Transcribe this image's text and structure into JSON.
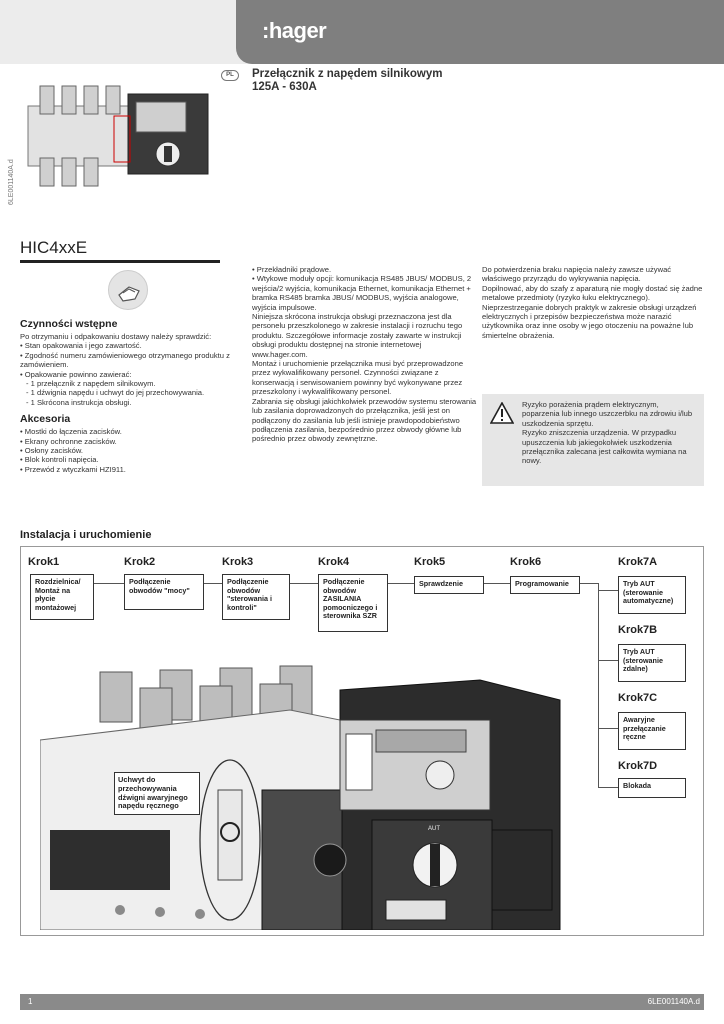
{
  "header": {
    "logo": ":hager",
    "lang": "PL",
    "title_line1": "Przełącznik z napędem silnikowym",
    "title_line2": "125A - 630A",
    "vertical_code": "6LE001140A.d"
  },
  "model": "HIC4xxE",
  "col1": {
    "heading1": "Czynności wstępne",
    "intro": "Po otrzymaniu i odpakowaniu dostawy należy sprawdzić:",
    "checks": [
      "• Stan opakowania i jego zawartość.",
      "• Zgodność numeru zamówieniowego otrzymanego produktu z zamówieniem.",
      "• Opakowanie powinno zawierać:",
      "- 1 przełącznik z napędem silnikowym.",
      "- 1 dźwignia napędu i uchwyt do jej przechowywania.",
      "- 1 Skrócona instrukcja obsługi."
    ],
    "heading2": "Akcesoria",
    "accessories": [
      "• Mostki do łączenia zacisków.",
      "• Ekrany ochronne zacisków.",
      "• Osłony zacisków.",
      "• Blok kontroli napięcia.",
      "• Przewód z wtyczkami HZI911."
    ]
  },
  "col2": {
    "items": [
      "• Przekładniki prądowe.",
      "• Wtykowe moduły opcji: komunikacja RS485 JBUS/ MODBUS, 2 wejścia/2 wyjścia, komunikacja Ethernet, komunikacja Ethernet + bramka RS485 bramka JBUS/ MODBUS, wyjścia analogowe, wyjścia impulsowe."
    ],
    "para1": "Niniejsza skrócona instrukcja obsługi przeznaczona jest dla personelu przeszkolonego w zakresie instalacji i rozruchu tego produktu. Szczegółowe informacje zostały zawarte w instrukcji obsługi produktu dostępnej na stronie internetowej www.hager.com.",
    "para2": "Montaż i uruchomienie przełącznika musi być przeprowadzone przez wykwalifikowany personel. Czynności związane z konserwacją i serwisowaniem powinny być wykonywane przez przeszkolony i wykwalifikowany personel.",
    "para3": "Zabrania się obsługi jakichkolwiek przewodów systemu sterowania lub zasilania doprowadzonych do przełącznika, jeśli jest on podłączony do zasilania lub jeśli istnieje prawdopodobieństwo podłączenia zasilania, bezpośrednio przez obwody główne lub pośrednio przez obwody zewnętrzne."
  },
  "col3": {
    "para1": "Do potwierdzenia braku napięcia należy zawsze używać właściwego przyrządu do wykrywania napięcia.",
    "para2": "Dopilnować, aby do szafy z aparaturą nie mogły dostać się żadne metalowe przedmioty (ryzyko łuku elektrycznego).",
    "para3": "Nieprzestrzeganie dobrych praktyk w zakresie obsługi urządzeń elektrycznych i przepisów bezpieczeństwa może narazić użytkownika oraz inne osoby w jego otoczeniu na poważne lub śmiertelne obrażenia."
  },
  "warning": {
    "line1": "Ryzyko porażenia prądem elektrycznym, poparzenia lub innego uszczerbku na zdrowiu i/lub uszkodzenia sprzętu.",
    "line2": "Ryzyko zniszczenia urządzenia. W przypadku upuszczenia lub jakiegokolwiek uszkodzenia przełącznika zalecana jest całkowita wymiana na nowy."
  },
  "section_title": "Instalacja i uruchomienie",
  "steps": [
    {
      "krok": "Krok1",
      "text": "Rozdzielnica/ Montaż na płycie montażowej"
    },
    {
      "krok": "Krok2",
      "text": "Podłączenie obwodów \"mocy\""
    },
    {
      "krok": "Krok3",
      "text": "Podłączenie obwodów \"sterowania i kontroli\""
    },
    {
      "krok": "Krok4",
      "text": "Podłączenie obwodów ZASILANIA pomocniczego i sterownika SZR"
    },
    {
      "krok": "Krok5",
      "text": "Sprawdzenie"
    },
    {
      "krok": "Krok6",
      "text": "Programowanie"
    }
  ],
  "substeps": [
    {
      "krok": "Krok7A",
      "text": "Tryb AUT (sterowanie automatyczne)"
    },
    {
      "krok": "Krok7B",
      "text": "Tryb AUT (sterowanie zdalne)"
    },
    {
      "krok": "Krok7C",
      "text": "Awaryjne przełączanie ręczne"
    },
    {
      "krok": "Krok7D",
      "text": "Blokada"
    }
  ],
  "callout": "Uchwyt do przechowywania dźwigni awaryjnego napędu ręcznego",
  "device_label_aut": "AUT",
  "footer": {
    "page": "1",
    "code": "6LE001140A.d"
  }
}
